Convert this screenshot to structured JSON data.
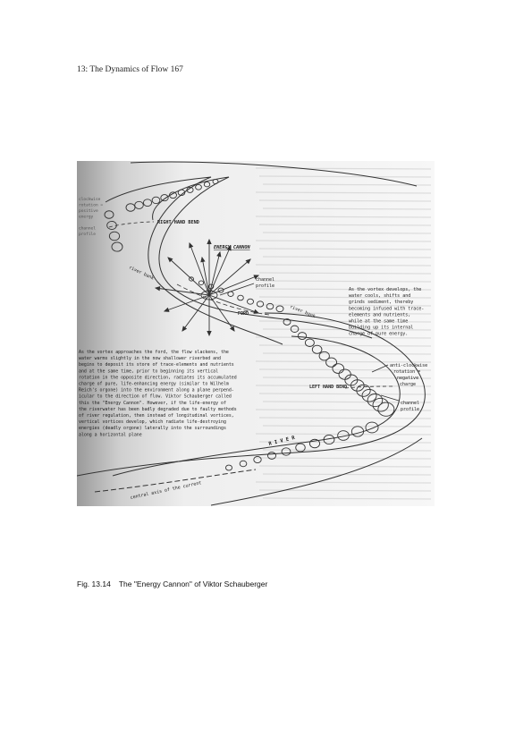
{
  "running_head": "13: The Dynamics of Flow   167",
  "figure": {
    "labels": {
      "right_hand_bend": "RIGHT HAND BEND",
      "energy_cannon": "ENERGY CANNON",
      "channel_profile_top": [
        "channel",
        "profile"
      ],
      "river_bank_left": "river bank",
      "river_bank_right": "river bank",
      "ford": "FORD",
      "left_hand_bend": "LEFT HAND BEND",
      "river": "R I V E R",
      "central_axis": "central axis of the current",
      "anti_clockwise": [
        "anti-clockwise",
        "rotation =",
        "negative",
        "charge"
      ],
      "channel_profile_bottom": [
        "channel",
        "profile"
      ],
      "left_margin": [
        "clockwise",
        "rotation =",
        "positive",
        "energy",
        "",
        "channel",
        "profile"
      ]
    },
    "right_paragraph": [
      "As the vortex develops, the",
      "water cools, shifts and",
      "grinds sediment, thereby",
      "becoming infused with trace-",
      "elements and nutrients,",
      "while at the same time",
      "building up its internal",
      "charge of pure energy."
    ],
    "left_paragraph": [
      "As the vortex approaches the ford, the flow slackens, the",
      "water warms slightly in the now shallower riverbed and",
      "begins to deposit its store of trace-elements and nutrients",
      "and at the same time, prior to beginning its vertical",
      "rotation in the opposite direction, radiates its accumulated",
      "charge of pure, life-enhancing energy (similar to Wilhelm",
      "Reich's orgone) into the environment along a plane perpend-",
      "icular to the direction of flow. Viktor Schauberger called",
      "this the \"Energy Cannon\". However, if the life-energy of",
      "the riverwater has been badly degraded due to faulty methods",
      "of river regulation, then instead of longitudinal vortices,",
      "vertical vortices develop, which radiate life-destroying",
      "energies (deadly orgone) laterally into the surroundings",
      "along a horizontal plane"
    ]
  },
  "caption": {
    "number": "Fig. 13.14",
    "text": "The \"Energy Cannon\" of Viktor Schauberger"
  }
}
